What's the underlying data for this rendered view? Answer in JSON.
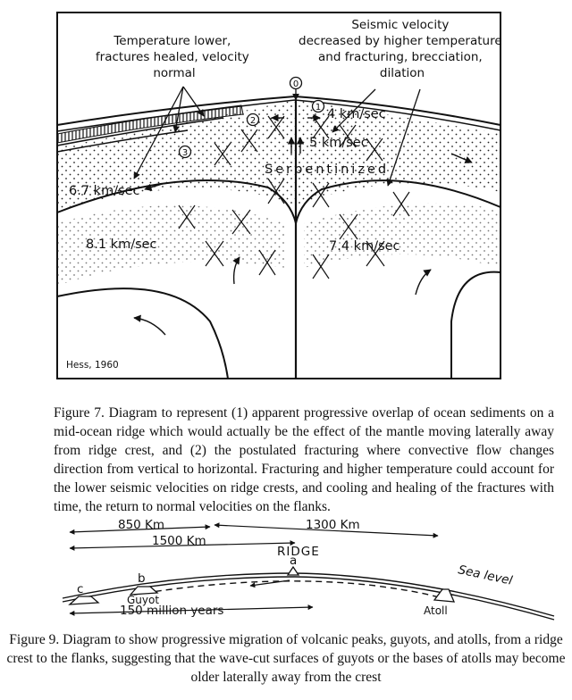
{
  "figure7": {
    "labels": {
      "temp_lower": [
        "Temperature lower,",
        "fractures healed, velocity",
        "normal"
      ],
      "seismic": [
        "Seismic velocity",
        "decreased by higher temperature",
        "and fracturing, brecciation,",
        "dilation"
      ],
      "v_4": "4 km/sec",
      "v_5": "5 km/sec",
      "serpentinized": "Serpentinized",
      "v_67": "6.7 km/sec",
      "v_81": "8.1 km/sec",
      "v_74": "7.4 km/sec",
      "credit": "Hess, 1960",
      "markers": [
        "0",
        "1",
        "2",
        "3"
      ]
    },
    "caption": "Figure 7. Diagram to represent (1) apparent progressive overlap of ocean sediments on a mid-ocean ridge which would actually be the effect of the mantle moving laterally away from ridge crest, and (2) the postulated fracturing where convective flow changes direction from vertical to horizontal. Fracturing and higher temperature could account for the lower seismic velocities on ridge crests, and cooling and healing of the fractures with time, the return to normal velocities on the flanks."
  },
  "figure9": {
    "labels": {
      "d850": "850 Km",
      "d1300": "1300 Km",
      "d1500": "1500 Km",
      "ridge": "RIDGE",
      "a": "a",
      "b": "b",
      "c": "c",
      "guyot": "Guyot",
      "years": "150 million years",
      "sea_level": "Sea level",
      "atoll": "Atoll"
    },
    "caption": "Figure 9. Diagram to show progressive migration of volcanic peaks, guyots, and atolls, from a ridge crest to the flanks, suggesting that the wave-cut surfaces of guyots or the bases of atolls may become older laterally away from the crest"
  }
}
